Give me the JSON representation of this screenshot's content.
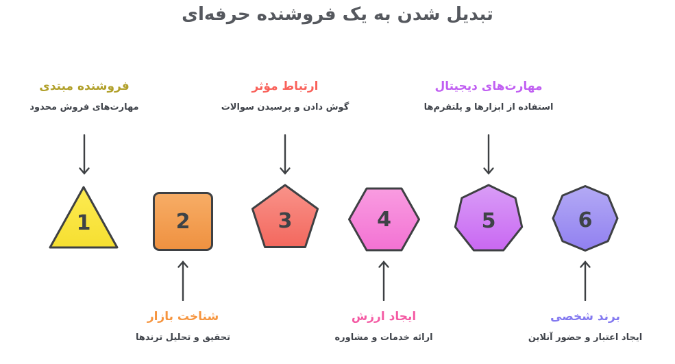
{
  "page": {
    "title": "تبدیل شدن به یک فروشنده حرفه‌ای",
    "title_color": "#55585e"
  },
  "colors": {
    "subtitle": "#3f434a",
    "number": "#3e4347",
    "outline": "#3e4043",
    "arrow": "#3d4043",
    "background": "#ffffff"
  },
  "steps": [
    {
      "number": "1",
      "shape": "triangle",
      "label_position": "above",
      "title": "فروشنده مبتدی",
      "subtitle": "مهارت‌های فروش محدود",
      "accent": "#b1a02a",
      "fill_light": "#fdeb52",
      "fill_dark": "#f6df31"
    },
    {
      "number": "2",
      "shape": "square",
      "label_position": "below",
      "title": "شناخت بازار",
      "subtitle": "تحقیق و تحلیل ترندها",
      "accent": "#f6953f",
      "fill_light": "#f7ad66",
      "fill_dark": "#ef9140"
    },
    {
      "number": "3",
      "shape": "pentagon",
      "label_position": "above",
      "title": "ارتباط مؤثر",
      "subtitle": "گوش دادن و پرسیدن سوالات",
      "accent": "#f9615a",
      "fill_light": "#f9938a",
      "fill_dark": "#f3685e"
    },
    {
      "number": "4",
      "shape": "hexagon",
      "label_position": "below",
      "title": "ایجاد ارزش",
      "subtitle": "ارائه خدمات و مشاوره",
      "accent": "#f45ba4",
      "fill_light": "#f99ce1",
      "fill_dark": "#f372d3"
    },
    {
      "number": "5",
      "shape": "heptagon",
      "label_position": "above",
      "title": "مهارت‌های دیجیتال",
      "subtitle": "استفاده از ابزارها و پلتفرم‌ها",
      "accent": "#c05ef2",
      "fill_light": "#d99df7",
      "fill_dark": "#c968f2"
    },
    {
      "number": "6",
      "shape": "octagon",
      "label_position": "below",
      "title": "برند شخصی",
      "subtitle": "ایجاد اعتبار و حضور آنلاین",
      "accent": "#8379f0",
      "fill_light": "#b3aaf5",
      "fill_dark": "#9180f0"
    }
  ]
}
